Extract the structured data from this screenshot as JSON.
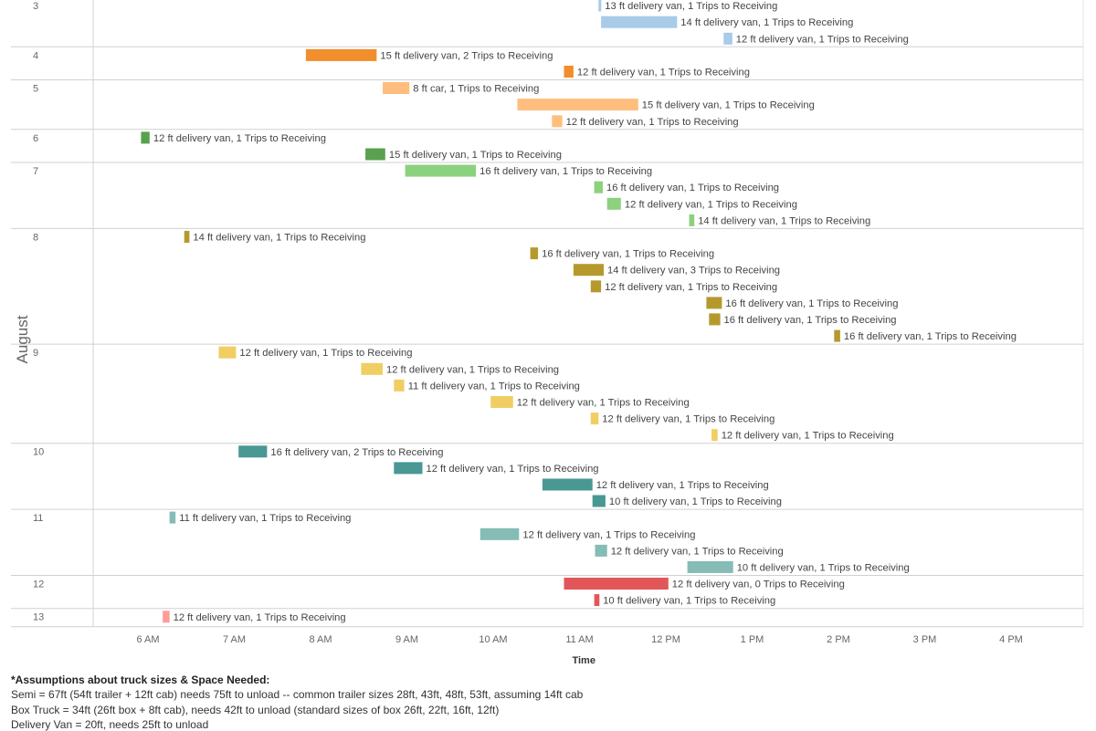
{
  "chart_data": {
    "type": "gantt",
    "row_axis_label": "August",
    "x_axis_label": "Time",
    "x_ticks": [
      "6 AM",
      "7 AM",
      "8 AM",
      "9 AM",
      "10 AM",
      "11 AM",
      "12 PM",
      "1 PM",
      "2 PM",
      "3 PM",
      "4 PM"
    ],
    "colors": {
      "3": "#a7cbe8",
      "4": "#f28e2b",
      "5": "#ffbe7d",
      "6": "#59a14f",
      "7": "#8cd17d",
      "8": "#b6992d",
      "9": "#f1ce63",
      "10": "#499894",
      "11": "#86bcb6",
      "12": "#e15759",
      "13": "#ff9d9a"
    },
    "days": [
      {
        "day": "3",
        "bars": [
          {
            "start": 11.22,
            "end": 11.25,
            "label": "13 ft delivery van, 1 Trips to Receiving"
          },
          {
            "start": 11.25,
            "end": 12.13,
            "label": "14 ft delivery van, 1 Trips to Receiving"
          },
          {
            "start": 12.67,
            "end": 12.77,
            "label": "12 ft delivery van, 1 Trips to Receiving"
          }
        ]
      },
      {
        "day": "4",
        "bars": [
          {
            "start": 7.83,
            "end": 8.65,
            "label": "15 ft delivery van, 2 Trips to Receiving"
          },
          {
            "start": 10.82,
            "end": 10.93,
            "label": "12 ft delivery van, 1 Trips to Receiving"
          }
        ]
      },
      {
        "day": "5",
        "bars": [
          {
            "start": 8.72,
            "end": 9.03,
            "label": "8 ft car, 1 Trips to Receiving"
          },
          {
            "start": 10.28,
            "end": 11.68,
            "label": "15 ft delivery van, 1 Trips to Receiving"
          },
          {
            "start": 10.68,
            "end": 10.8,
            "label": "12 ft delivery van, 1 Trips to Receiving"
          }
        ]
      },
      {
        "day": "6",
        "bars": [
          {
            "start": 5.92,
            "end": 6.02,
            "label": "12 ft delivery van, 1 Trips to Receiving"
          },
          {
            "start": 8.52,
            "end": 8.75,
            "label": "15 ft delivery van, 1 Trips to Receiving"
          }
        ]
      },
      {
        "day": "7",
        "bars": [
          {
            "start": 8.98,
            "end": 9.8,
            "label": "16 ft delivery van, 1 Trips to Receiving"
          },
          {
            "start": 11.17,
            "end": 11.27,
            "label": "16 ft delivery van, 1 Trips to Receiving"
          },
          {
            "start": 11.32,
            "end": 11.48,
            "label": "12 ft delivery van, 1 Trips to Receiving"
          },
          {
            "start": 12.27,
            "end": 12.33,
            "label": "14 ft delivery van, 1 Trips to Receiving"
          }
        ]
      },
      {
        "day": "8",
        "bars": [
          {
            "start": 6.42,
            "end": 6.48,
            "label": "14 ft delivery van, 1 Trips to Receiving"
          },
          {
            "start": 10.43,
            "end": 10.52,
            "label": "16 ft delivery van, 1 Trips to Receiving"
          },
          {
            "start": 10.93,
            "end": 11.28,
            "label": "14 ft delivery van, 3 Trips to Receiving"
          },
          {
            "start": 11.13,
            "end": 11.25,
            "label": "12 ft delivery van, 1 Trips to Receiving"
          },
          {
            "start": 12.47,
            "end": 12.65,
            "label": "16 ft delivery van, 1 Trips to Receiving"
          },
          {
            "start": 12.5,
            "end": 12.63,
            "label": "16 ft delivery van, 1 Trips to Receiving"
          },
          {
            "start": 13.95,
            "end": 14.02,
            "label": "16 ft delivery van, 1 Trips to Receiving"
          }
        ]
      },
      {
        "day": "9",
        "bars": [
          {
            "start": 6.82,
            "end": 7.02,
            "label": "12 ft delivery van, 1 Trips to Receiving"
          },
          {
            "start": 8.47,
            "end": 8.72,
            "label": "12 ft delivery van, 1 Trips to Receiving"
          },
          {
            "start": 8.85,
            "end": 8.97,
            "label": "11 ft delivery van, 1 Trips to Receiving"
          },
          {
            "start": 9.97,
            "end": 10.23,
            "label": "12 ft delivery van, 1 Trips to Receiving"
          },
          {
            "start": 11.13,
            "end": 11.22,
            "label": "12 ft delivery van, 1 Trips to Receiving"
          },
          {
            "start": 12.53,
            "end": 12.6,
            "label": "12 ft delivery van, 1 Trips to Receiving"
          }
        ]
      },
      {
        "day": "10",
        "bars": [
          {
            "start": 7.05,
            "end": 7.38,
            "label": "16 ft delivery van, 2 Trips to Receiving"
          },
          {
            "start": 8.85,
            "end": 9.18,
            "label": "12 ft delivery van, 1 Trips to Receiving"
          },
          {
            "start": 10.57,
            "end": 11.15,
            "label": "12 ft delivery van, 1 Trips to Receiving"
          },
          {
            "start": 11.15,
            "end": 11.3,
            "label": "10 ft delivery van, 1 Trips to Receiving"
          }
        ]
      },
      {
        "day": "11",
        "bars": [
          {
            "start": 6.25,
            "end": 6.32,
            "label": "11 ft delivery van, 1 Trips to Receiving"
          },
          {
            "start": 9.85,
            "end": 10.3,
            "label": "12 ft delivery van, 1 Trips to Receiving"
          },
          {
            "start": 11.18,
            "end": 11.32,
            "label": "12 ft delivery van, 1 Trips to Receiving"
          },
          {
            "start": 12.25,
            "end": 12.78,
            "label": "10 ft delivery van, 1 Trips to Receiving"
          }
        ]
      },
      {
        "day": "12",
        "bars": [
          {
            "start": 10.82,
            "end": 12.03,
            "label": "12 ft delivery van, 0 Trips to Receiving"
          },
          {
            "start": 11.17,
            "end": 11.23,
            "label": "10 ft delivery van, 1 Trips to Receiving"
          }
        ]
      },
      {
        "day": "13",
        "bars": [
          {
            "start": 6.17,
            "end": 6.25,
            "label": "12 ft delivery van, 1 Trips to Receiving"
          }
        ]
      }
    ]
  },
  "notes": {
    "title": "*Assumptions about truck sizes & Space Needed:",
    "semi": "Semi = 67ft (54ft trailer + 12ft cab) needs 75ft to unload -- common trailer sizes 28ft, 43ft, 48ft, 53ft, assuming 14ft cab",
    "box_truck": "Box Truck = 34ft (26ft box + 8ft cab), needs 42ft to unload (standard sizes of box 26ft, 22ft, 16ft, 12ft)",
    "delivery_van": "Delivery Van = 20ft, needs 25ft to unload"
  }
}
